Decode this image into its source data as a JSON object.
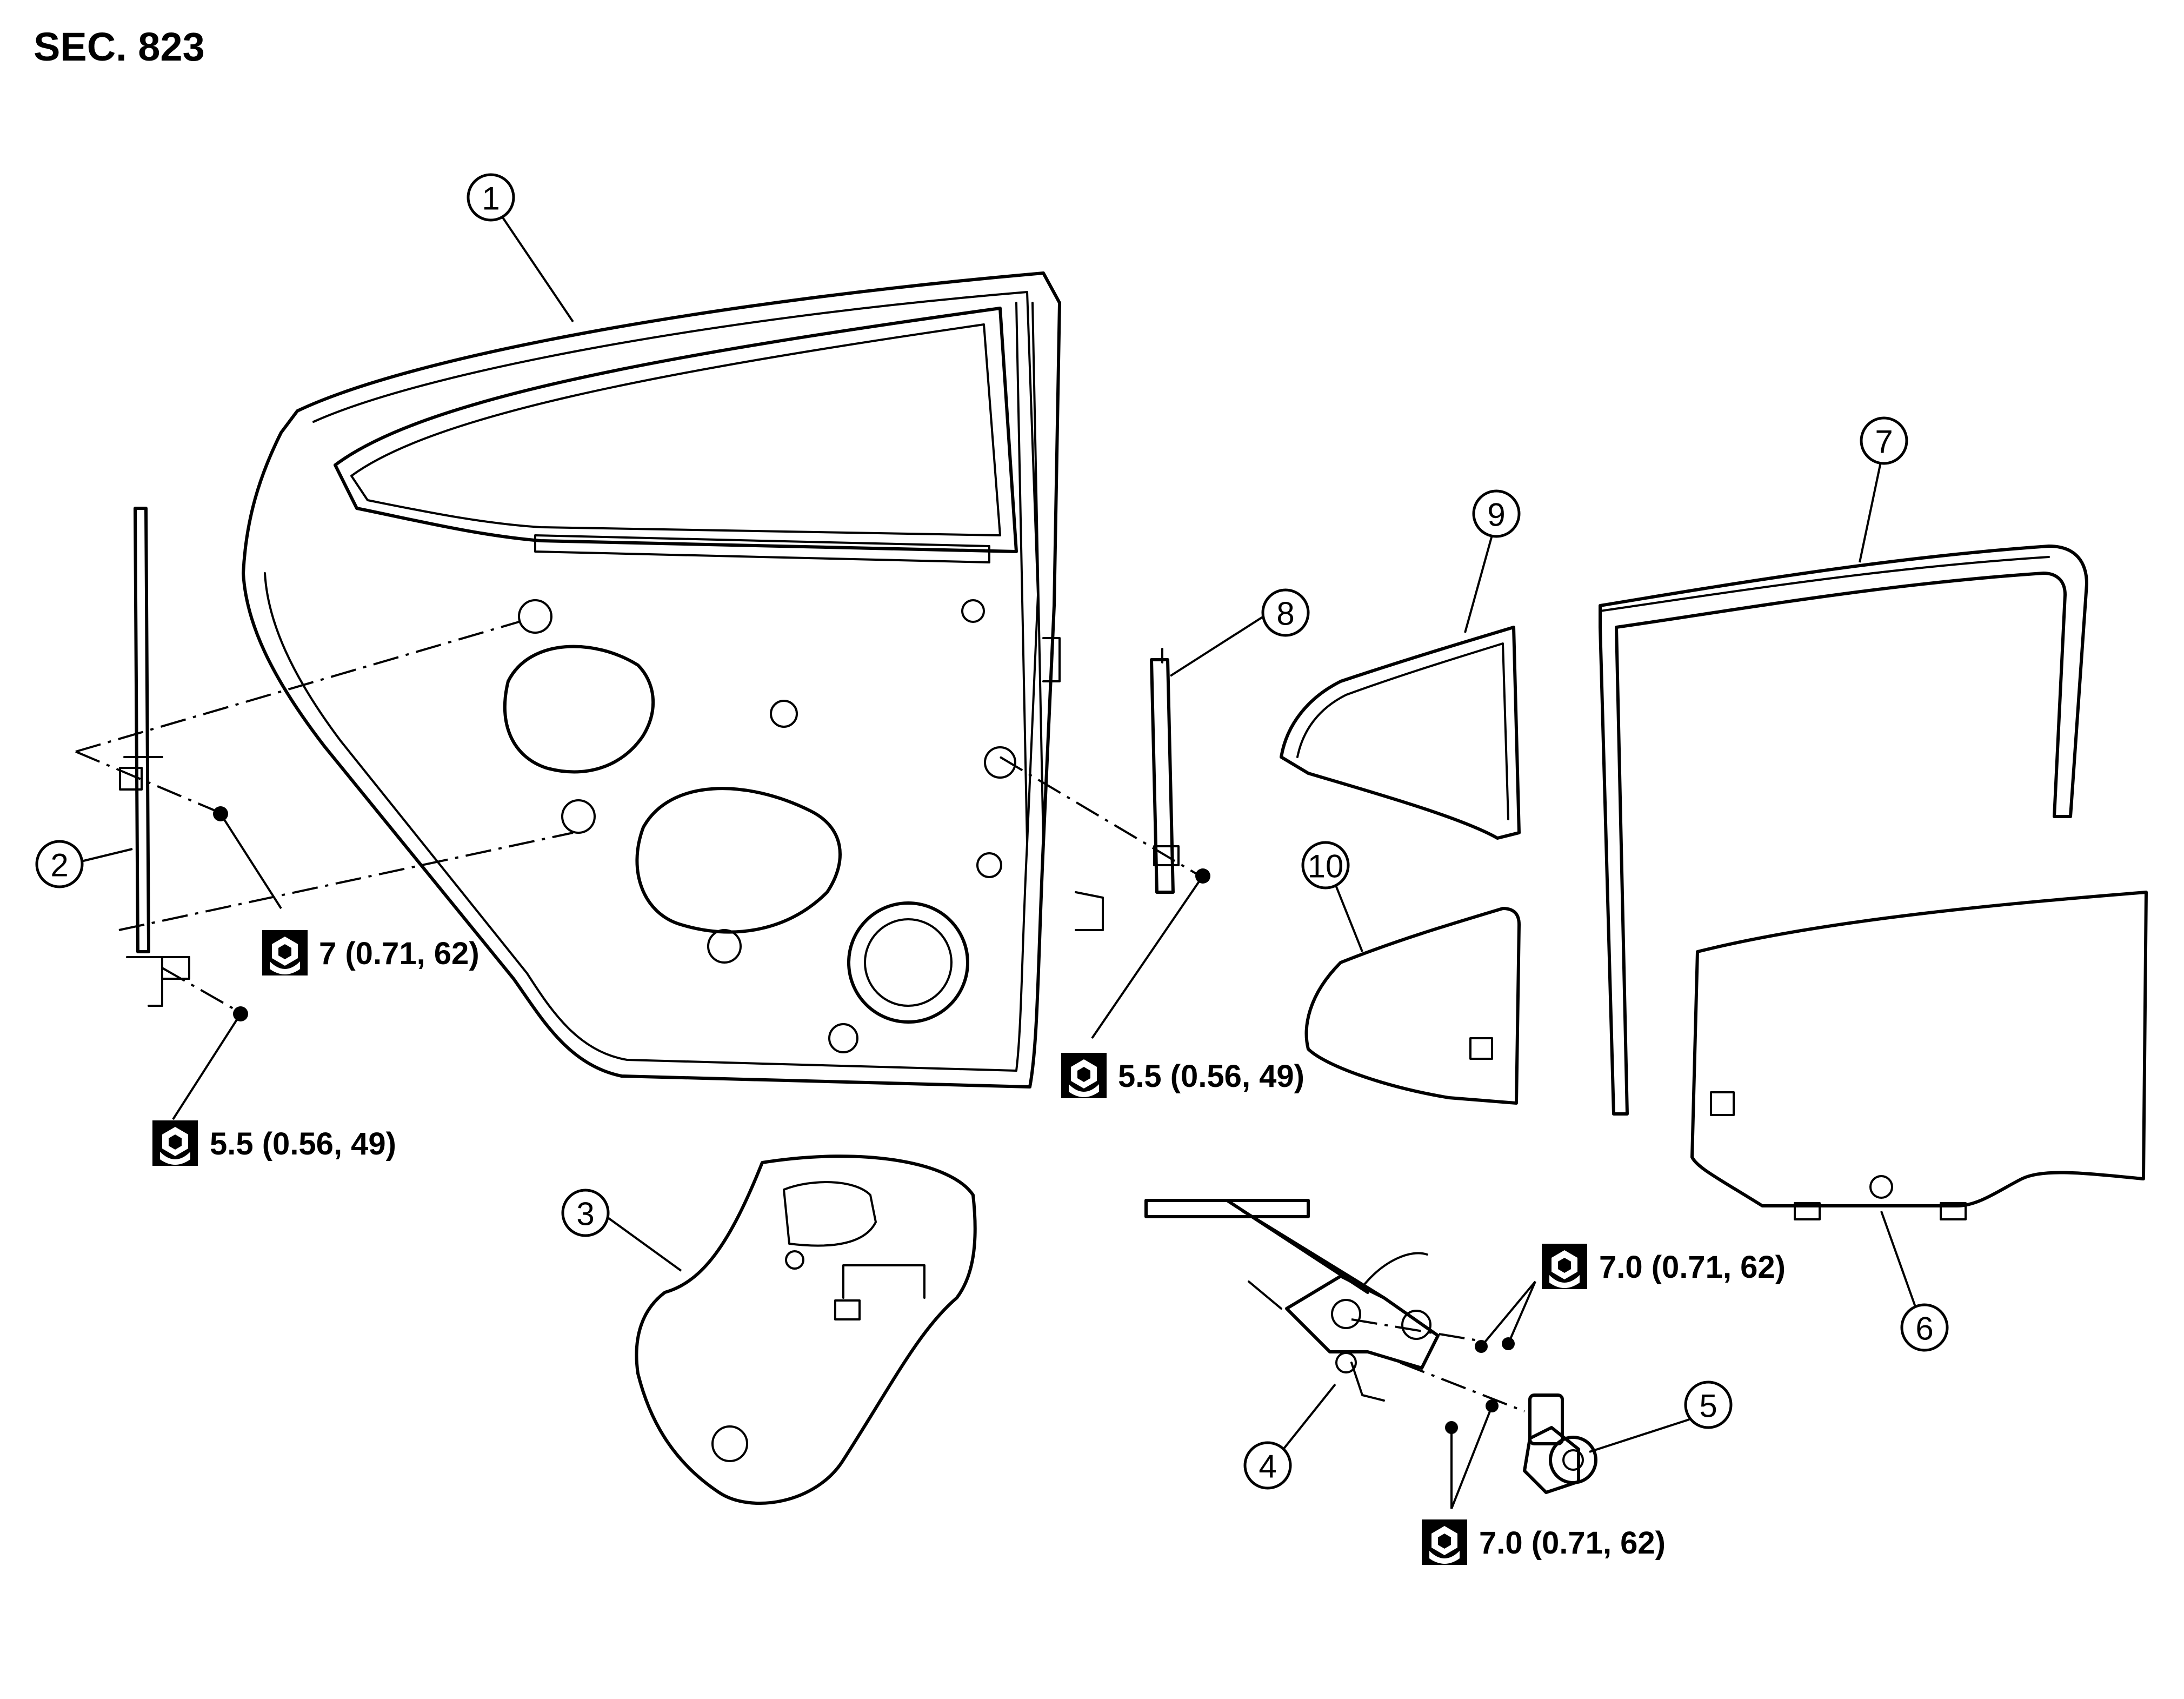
{
  "section_label": "SEC. 823",
  "callouts": [
    "1",
    "2",
    "3",
    "4",
    "5",
    "6",
    "7",
    "8",
    "9",
    "10"
  ],
  "torque_specs": [
    "7 (0.71, 62)",
    "5.5 (0.56, 49)",
    "5.5 (0.56, 49)",
    "7.0 (0.71, 62)",
    "7.0 (0.71, 62)"
  ],
  "icons": {
    "torque": "torque-wrench-icon"
  },
  "colors": {
    "ink": "#000000",
    "background": "#ffffff"
  }
}
